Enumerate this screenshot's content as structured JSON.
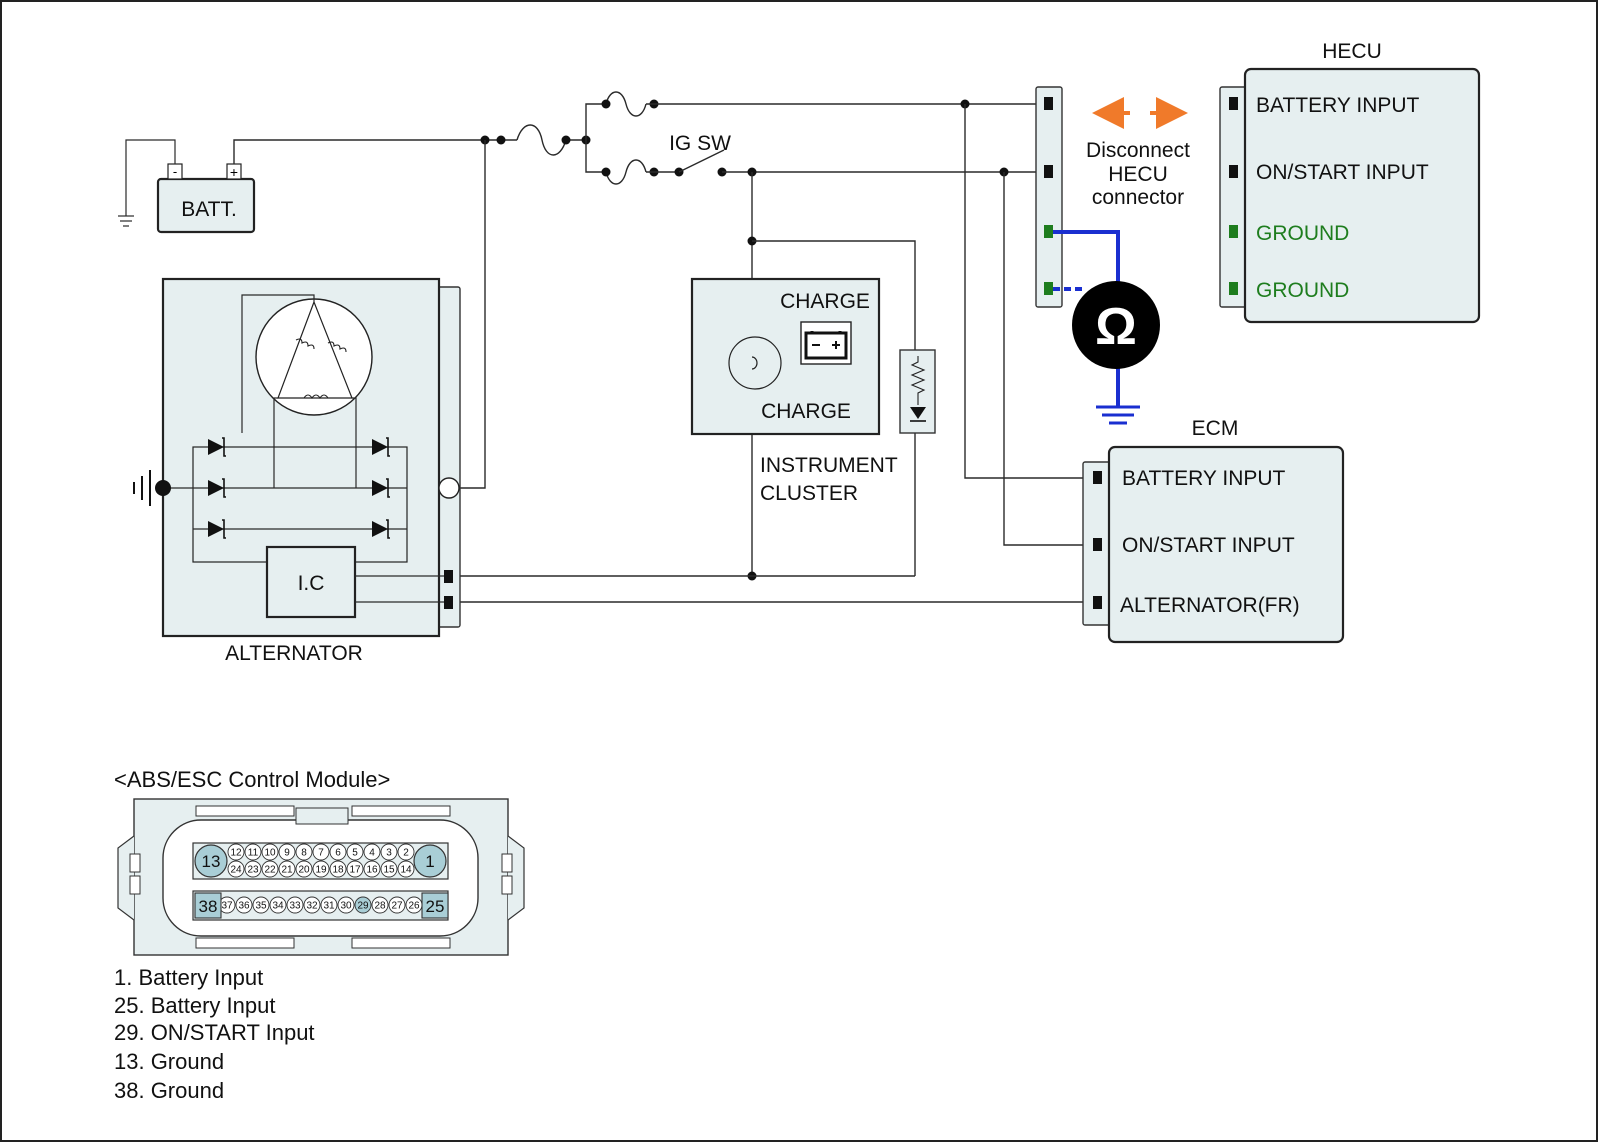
{
  "battery": {
    "label": "BATT.",
    "minus": "-",
    "plus": "+"
  },
  "switch": {
    "label": "IG SW"
  },
  "alternator": {
    "label": "ALTERNATOR",
    "ic_label": "I.C"
  },
  "cluster": {
    "title_line1": "INSTRUMENT",
    "title_line2": "CLUSTER",
    "charge_top": "CHARGE",
    "charge_bottom": "CHARGE"
  },
  "note": {
    "line1": "Disconnect",
    "line2": "HECU",
    "line3": "connector"
  },
  "meter": {
    "symbol": "Ω"
  },
  "hecu": {
    "title": "HECU",
    "pins": [
      "BATTERY  INPUT",
      "ON/START INPUT",
      "GROUND",
      "GROUND"
    ]
  },
  "ecm": {
    "title": "ECM",
    "pins": [
      "BATTERY  INPUT",
      "ON/START INPUT",
      "ALTERNATOR(FR)"
    ]
  },
  "module": {
    "title": "<ABS/ESC Control Module>",
    "row1_pins": [
      "12",
      "11",
      "10",
      "9",
      "8",
      "7",
      "6",
      "5",
      "4",
      "3",
      "2"
    ],
    "row1_left": "13",
    "row1_right": "1",
    "row2_pins": [
      "24",
      "23",
      "22",
      "21",
      "20",
      "19",
      "18",
      "17",
      "16",
      "15",
      "14"
    ],
    "row3_pins": [
      "37",
      "36",
      "35",
      "34",
      "33",
      "32",
      "31",
      "30",
      "29",
      "28",
      "27",
      "26"
    ],
    "row3_left": "38",
    "row3_right": "25",
    "highlight_pin": "29"
  },
  "legend": [
    "1. Battery Input",
    "25. Battery Input",
    "29. ON/START Input",
    "13. Ground",
    "38. Ground"
  ],
  "colors": {
    "ground_text": "#1e7d1e",
    "probe_wire": "#1a2fd0",
    "arrow": "#f07a2a",
    "panel": "#e6eff0",
    "pin_highlight": "#a9ced6"
  }
}
